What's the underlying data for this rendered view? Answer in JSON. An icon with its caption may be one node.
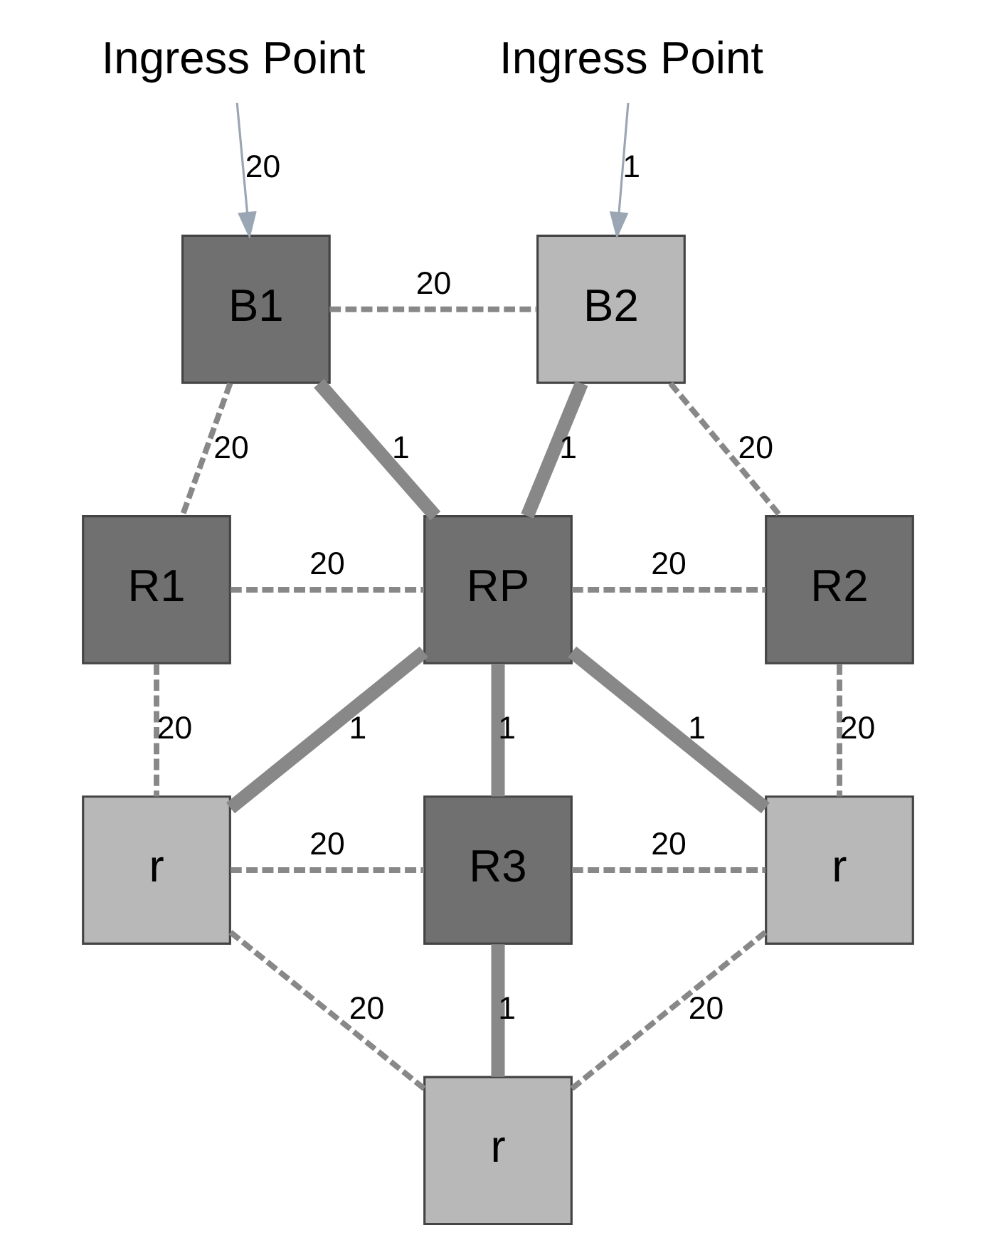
{
  "diagram": {
    "nodes": [
      {
        "text": [
          "Ingress Point"
        ]
      },
      {
        "text": [
          "Ingress Point"
        ]
      },
      {
        "text": [
          "B1"
        ]
      },
      {
        "text": [
          "B2"
        ]
      },
      {
        "text": [
          "R1"
        ]
      },
      {
        "text": [
          "RP"
        ]
      },
      {
        "text": [
          "R2"
        ]
      },
      {
        "text": [
          "r"
        ]
      },
      {
        "text": [
          "R3"
        ]
      },
      {
        "text": [
          "r"
        ]
      },
      {
        "text": [
          "r"
        ]
      }
    ],
    "edges": [
      {
        "from": 0,
        "to": 2,
        "arrow": "to",
        "label": "20",
        "color": "#9aa6b4"
      },
      {
        "from": 1,
        "to": 3,
        "arrow": "to",
        "label": "1",
        "color": "#9aa6b4"
      },
      {
        "from": 2,
        "to": 3,
        "arrow": "none",
        "label": "20",
        "style": "dashed"
      },
      {
        "from": 2,
        "to": 5,
        "arrow": "none",
        "label": "1",
        "style": "thick"
      },
      {
        "from": 3,
        "to": 5,
        "arrow": "none",
        "label": "1",
        "style": "thick"
      },
      {
        "from": 2,
        "to": 4,
        "arrow": "none",
        "label": "20",
        "style": "dashed"
      },
      {
        "from": 3,
        "to": 6,
        "arrow": "none",
        "label": "20",
        "style": "dashed"
      },
      {
        "from": 4,
        "to": 5,
        "arrow": "none",
        "label": "20",
        "style": "dashed"
      },
      {
        "from": 5,
        "to": 6,
        "arrow": "none",
        "label": "20",
        "style": "dashed"
      },
      {
        "from": 4,
        "to": 7,
        "arrow": "none",
        "label": "20",
        "style": "dashed"
      },
      {
        "from": 5,
        "to": 7,
        "arrow": "none",
        "label": "1",
        "style": "thick"
      },
      {
        "from": 5,
        "to": 8,
        "arrow": "none",
        "label": "1",
        "style": "thick"
      },
      {
        "from": 5,
        "to": 9,
        "arrow": "none",
        "label": "1",
        "style": "thick"
      },
      {
        "from": 6,
        "to": 9,
        "arrow": "none",
        "label": "20",
        "style": "dashed"
      },
      {
        "from": 7,
        "to": 8,
        "arrow": "none",
        "label": "20",
        "style": "dashed"
      },
      {
        "from": 8,
        "to": 9,
        "arrow": "none",
        "label": "20",
        "style": "dashed"
      },
      {
        "from": 7,
        "to": 10,
        "arrow": "none",
        "label": "20",
        "style": "dashed"
      },
      {
        "from": 8,
        "to": 10,
        "arrow": "none",
        "label": "1",
        "style": "thick"
      },
      {
        "from": 9,
        "to": 10,
        "arrow": "none",
        "label": "20",
        "style": "dashed"
      }
    ]
  }
}
